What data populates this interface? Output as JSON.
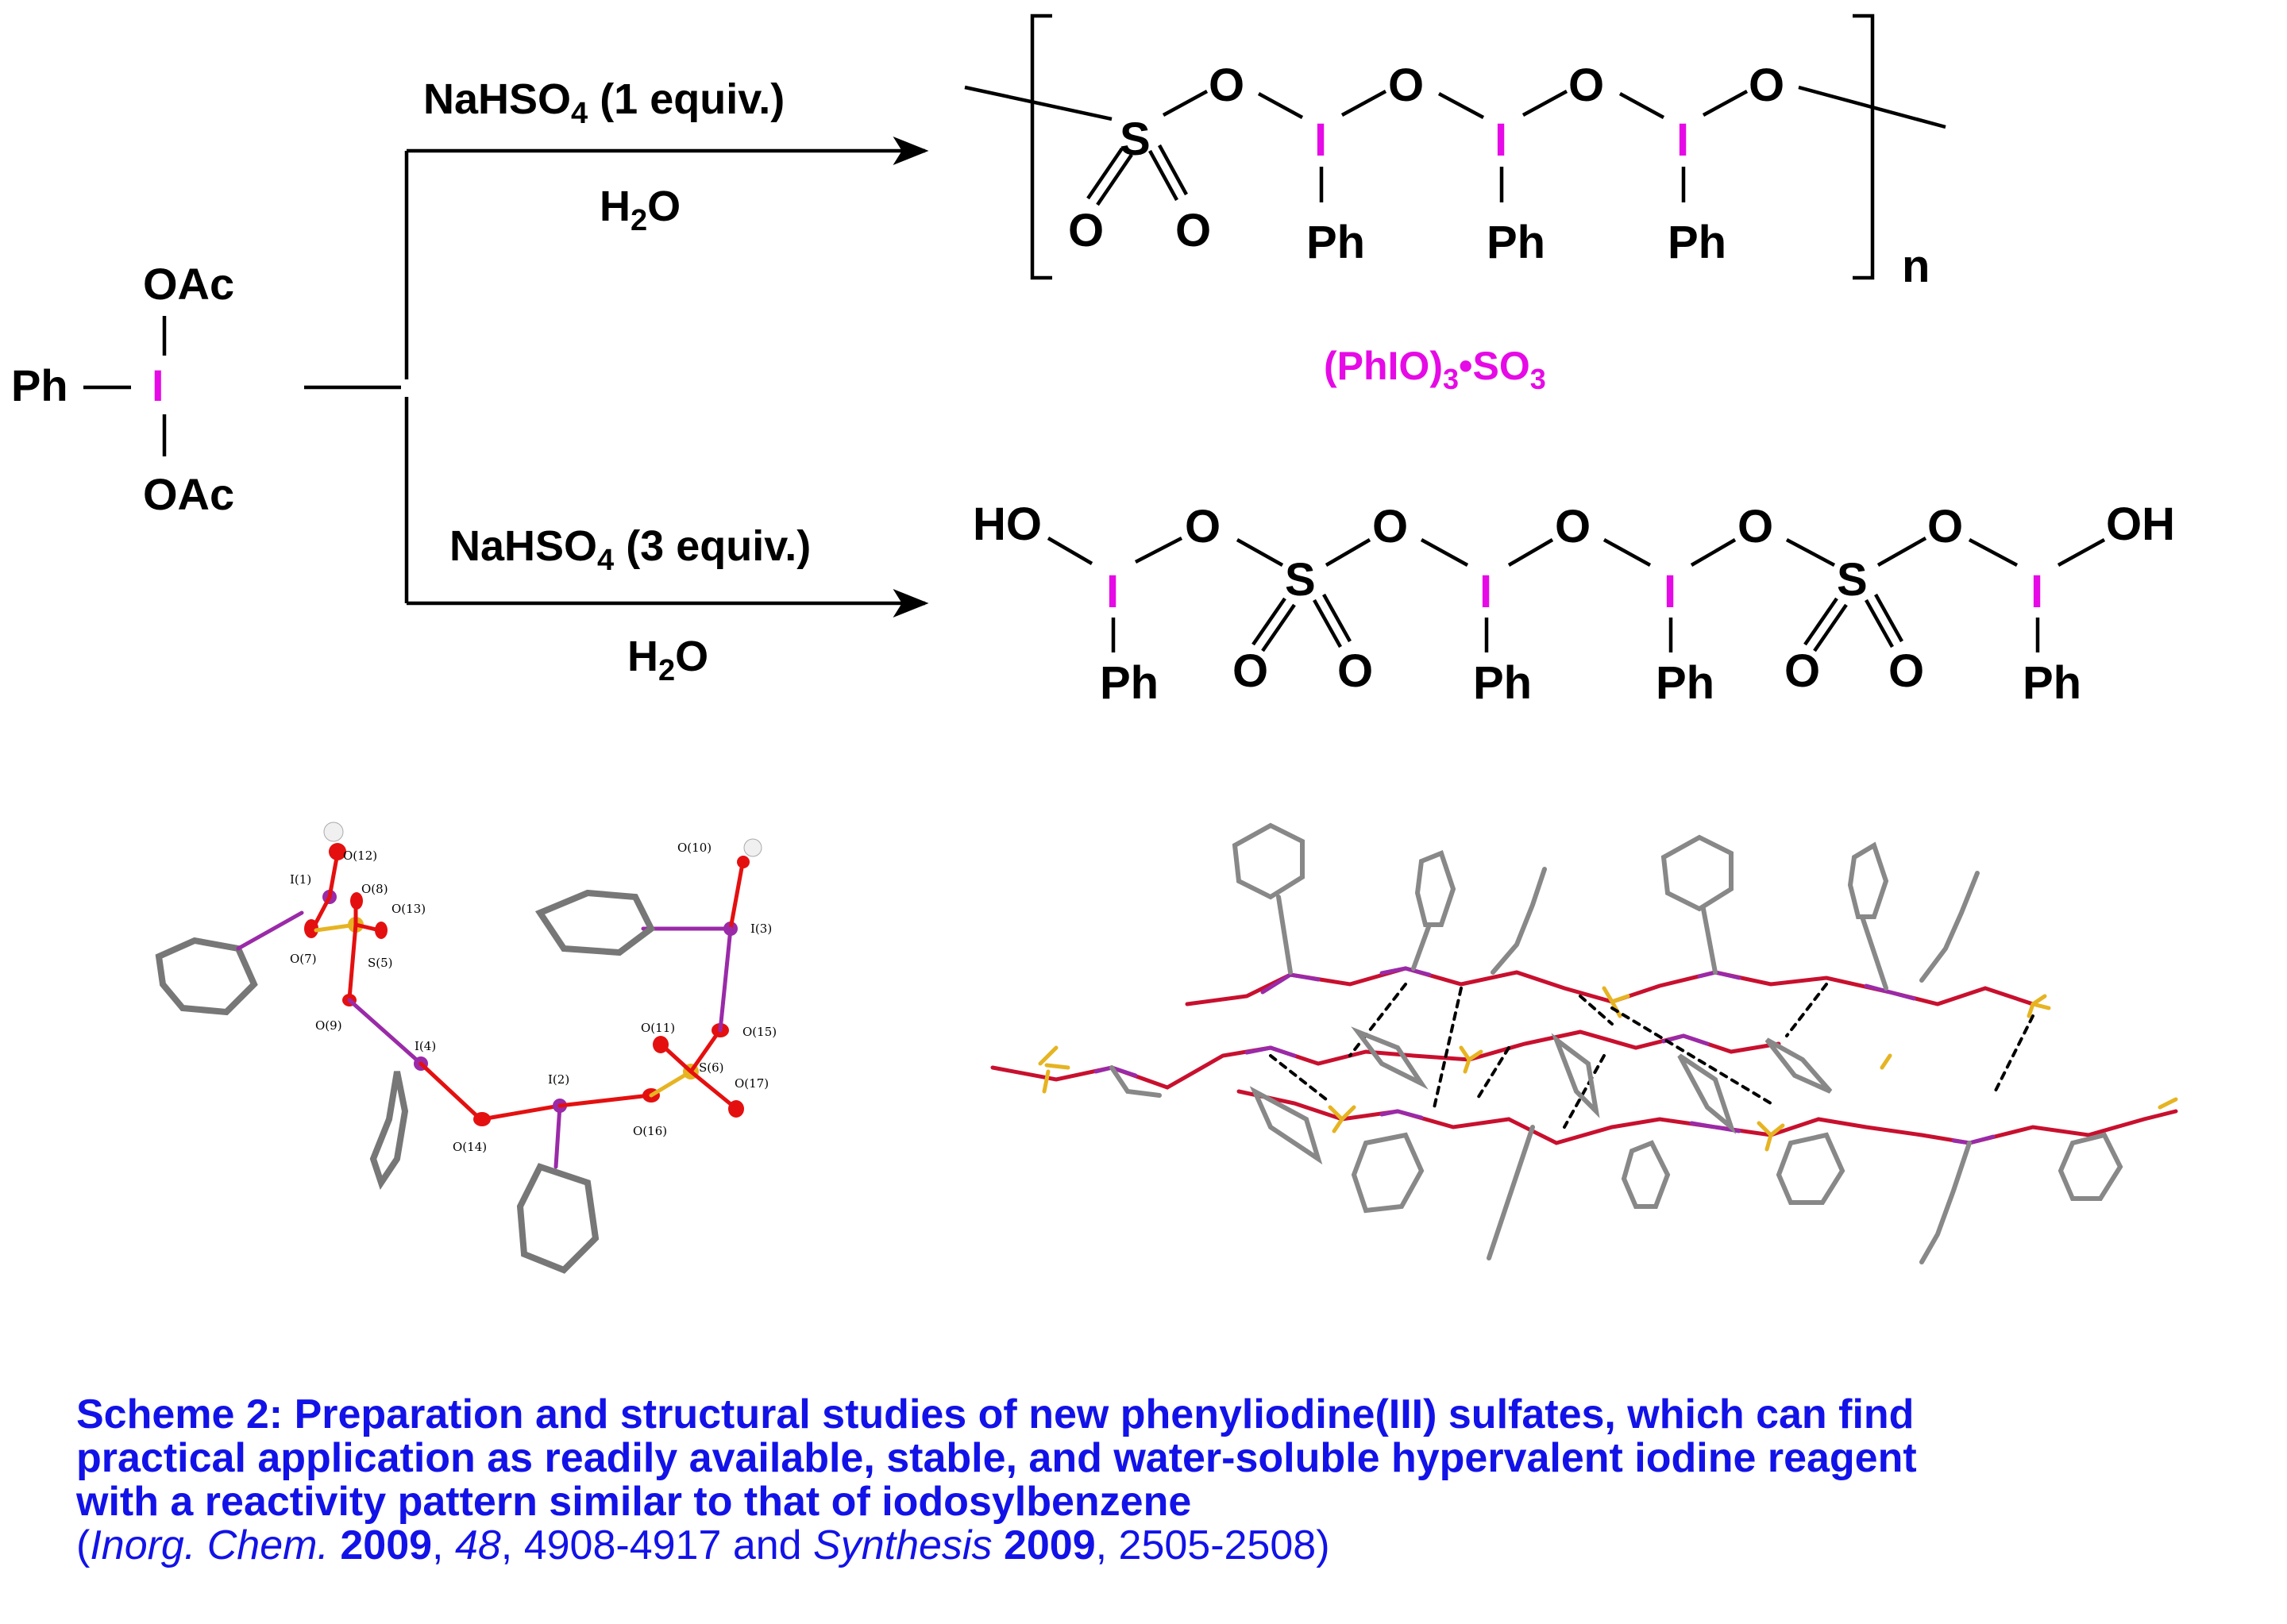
{
  "colors": {
    "iodine": "#e60ae6",
    "caption": "#1212e8",
    "sulfur": "#e6b422",
    "oxygen": "#e41010",
    "iodine_xray": "#9a2aa8",
    "carbon_xray": "#888888"
  },
  "reactant": {
    "ph": "Ph",
    "i": "I",
    "oac_top": "OAc",
    "oac_bottom": "OAc"
  },
  "arrow_top": {
    "reagent": "NaHSO",
    "reagent_sub": "4",
    "equiv": " (1 equiv.)",
    "solvent": "H",
    "solvent_sub": "2",
    "solvent_tail": "O"
  },
  "arrow_bottom": {
    "reagent": "NaHSO",
    "reagent_sub": "4",
    "equiv": " (3 equiv.)",
    "solvent": "H",
    "solvent_sub": "2",
    "solvent_tail": "O"
  },
  "product_top": {
    "o": "O",
    "s": "S",
    "i": "I",
    "ph": "Ph",
    "n": "n",
    "name_a": "(PhIO)",
    "name_sub": "3",
    "name_b": "•SO",
    "name_sub2": "3"
  },
  "product_bottom": {
    "ho": "HO",
    "oh": "OH",
    "o": "O",
    "s": "S",
    "i": "I",
    "ph": "Ph"
  },
  "xray_labels": [
    "O(12)",
    "I(1)",
    "O(8)",
    "O(13)",
    "O(7)",
    "S(5)",
    "O(9)",
    "I(4)",
    "I(2)",
    "O(14)",
    "O(16)",
    "O(11)",
    "O(15)",
    "S(6)",
    "O(17)",
    "O(10)",
    "I(3)"
  ],
  "caption": {
    "line1": "Scheme 2: Preparation and structural studies of new phenyliodine(III) sulfates, which can find",
    "line2": "practical application as readily available, stable, and water-soluble hypervalent iodine reagent",
    "line3": "with a reactivity pattern similar to that of iodosylbenzene",
    "cite_open": "(",
    "journal1": "Inorg. Chem.",
    "year1": "2009",
    "sep1": ", ",
    "vol1": "48",
    "pages1": ", 4908-4917 and ",
    "journal2": "Synthesis",
    "year2": "2009",
    "pages2": ", 2505-2508)"
  }
}
